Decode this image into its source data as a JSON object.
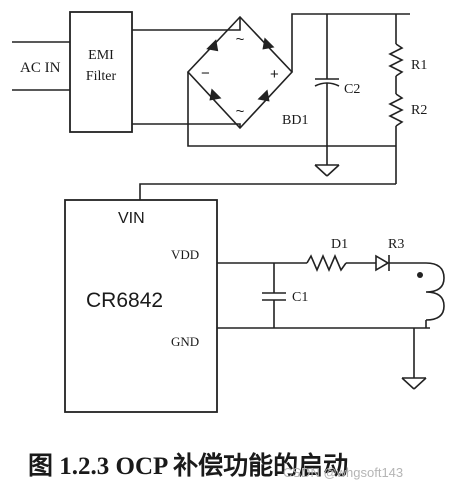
{
  "labels": {
    "ac_in": "AC IN",
    "emi_line1": "EMI",
    "emi_line2": "Filter",
    "bridge_minus": "−",
    "bridge_plus": "+",
    "bridge_tilde_top": "~",
    "bridge_tilde_bottom": "~",
    "bd1": "BD1",
    "c2": "C2",
    "r1": "R1",
    "r2": "R2",
    "vin": "VIN",
    "vdd": "VDD",
    "gnd": "GND",
    "chip": "CR6842",
    "c1": "C1",
    "d1": "D1",
    "r3": "R3"
  },
  "caption": "图 1.2.3 OCP 补偿功能的启动",
  "watermark": "CSDN @whgsoft143"
}
